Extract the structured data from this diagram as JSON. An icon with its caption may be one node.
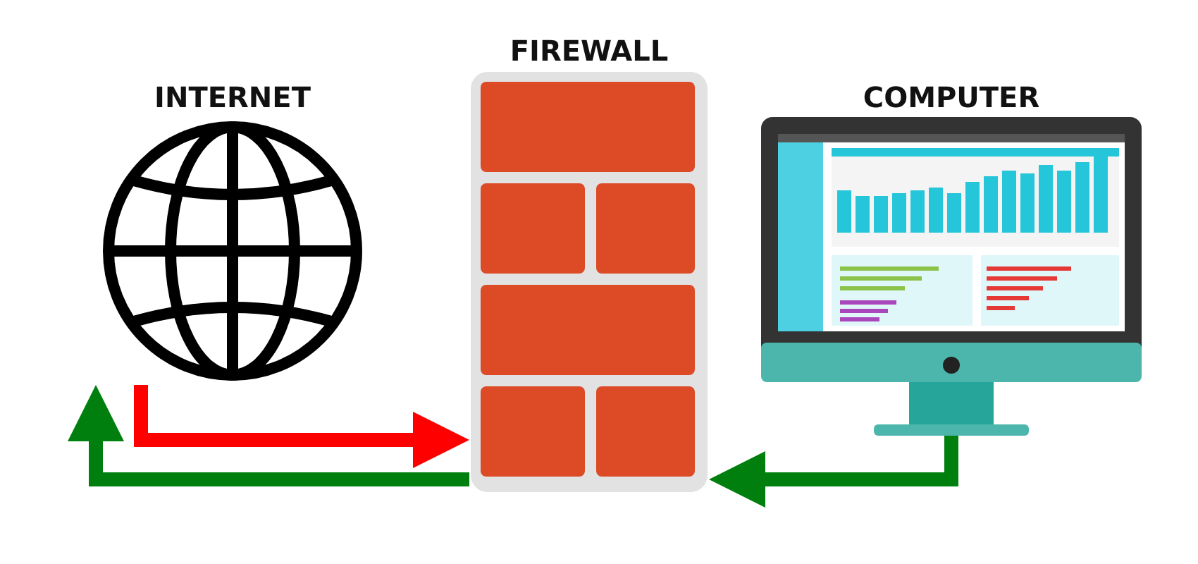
{
  "diagram": {
    "nodes": [
      {
        "text": [
          "INTERNET"
        ]
      },
      {
        "text": [
          "FIREWALL"
        ]
      },
      {
        "text": [
          "COMPUTER"
        ]
      }
    ],
    "edges": [
      {
        "from": 0,
        "to": 1,
        "arrow": "to",
        "color": "#ff0000"
      },
      {
        "from": 1,
        "to": 0,
        "arrow": "to",
        "color": "#007f0e"
      },
      {
        "from": 2,
        "to": 1,
        "arrow": "to",
        "color": "#007f0e"
      }
    ]
  }
}
